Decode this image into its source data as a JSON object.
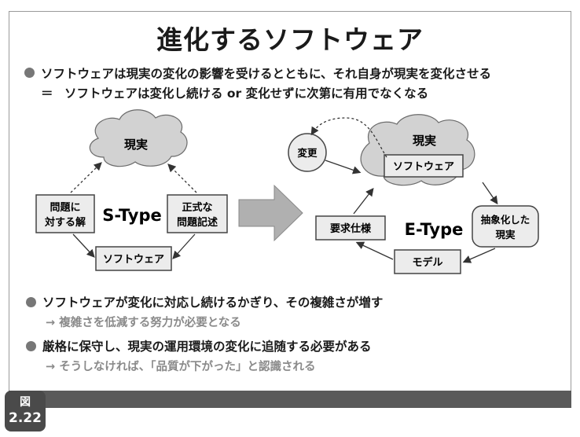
{
  "title": "進化するソフトウェア",
  "intro": {
    "line1": "ソフトウェアは現実の変化の影響を受けるとともに、それ自身が現実を変化させる",
    "line2_prefix": "＝",
    "line2": "ソフトウェアは変化し続ける or 変化せずに次第に有用でなくなる"
  },
  "s_type": {
    "cloud": "現実",
    "left_box": [
      "問題に",
      "対する解"
    ],
    "right_box": [
      "正式な",
      "問題記述"
    ],
    "bottom_box": "ソフトウェア",
    "label": "S-Type"
  },
  "e_type": {
    "cloud": "現実",
    "cloud_inner_box": "ソフトウェア",
    "change_circle": "変更",
    "abstract_circle": [
      "抽象化した",
      "現実"
    ],
    "model_box": "モデル",
    "req_box": "要求仕様",
    "label": "E-Type"
  },
  "points": [
    {
      "main": "ソフトウェアが変化に対応し続けるかぎり、その複雑さが増す",
      "sub": "→ 複雑さを低減する努力が必要となる"
    },
    {
      "main": "厳格に保守し、現実の運用環境の変化に追随する必要がある",
      "sub": "→ そうしなければ、「品質が下がった」と認識される"
    }
  ],
  "figure": {
    "kanji": "図",
    "number": "2.22"
  },
  "colors": {
    "dot": "#777777",
    "box_fill": "#e8e8e8",
    "cloud_fill": "#d2d2d2",
    "arrow_fill": "#b0b0b0",
    "sub_text": "#8a8a8a"
  }
}
